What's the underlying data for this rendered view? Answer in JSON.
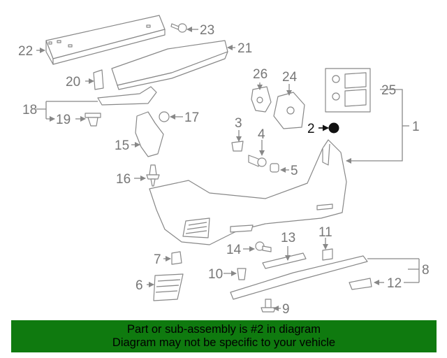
{
  "callouts": {
    "c1": "1",
    "c2": "2",
    "c3": "3",
    "c4": "4",
    "c5": "5",
    "c6": "6",
    "c7": "7",
    "c8": "8",
    "c9": "9",
    "c10": "10",
    "c11": "11",
    "c12": "12",
    "c13": "13",
    "c14": "14",
    "c15": "15",
    "c16": "16",
    "c17": "17",
    "c18": "18",
    "c19": "19",
    "c20": "20",
    "c21": "21",
    "c22": "22",
    "c23": "23",
    "c24": "24",
    "c25": "25",
    "c26": "26"
  },
  "highlight_color": "#111111",
  "line_color": "#888888",
  "banner": {
    "line1": "Part or sub-assembly is #2 in diagram",
    "line2": "Diagram may not be specific to your vehicle",
    "background": "#0f7a0f"
  }
}
